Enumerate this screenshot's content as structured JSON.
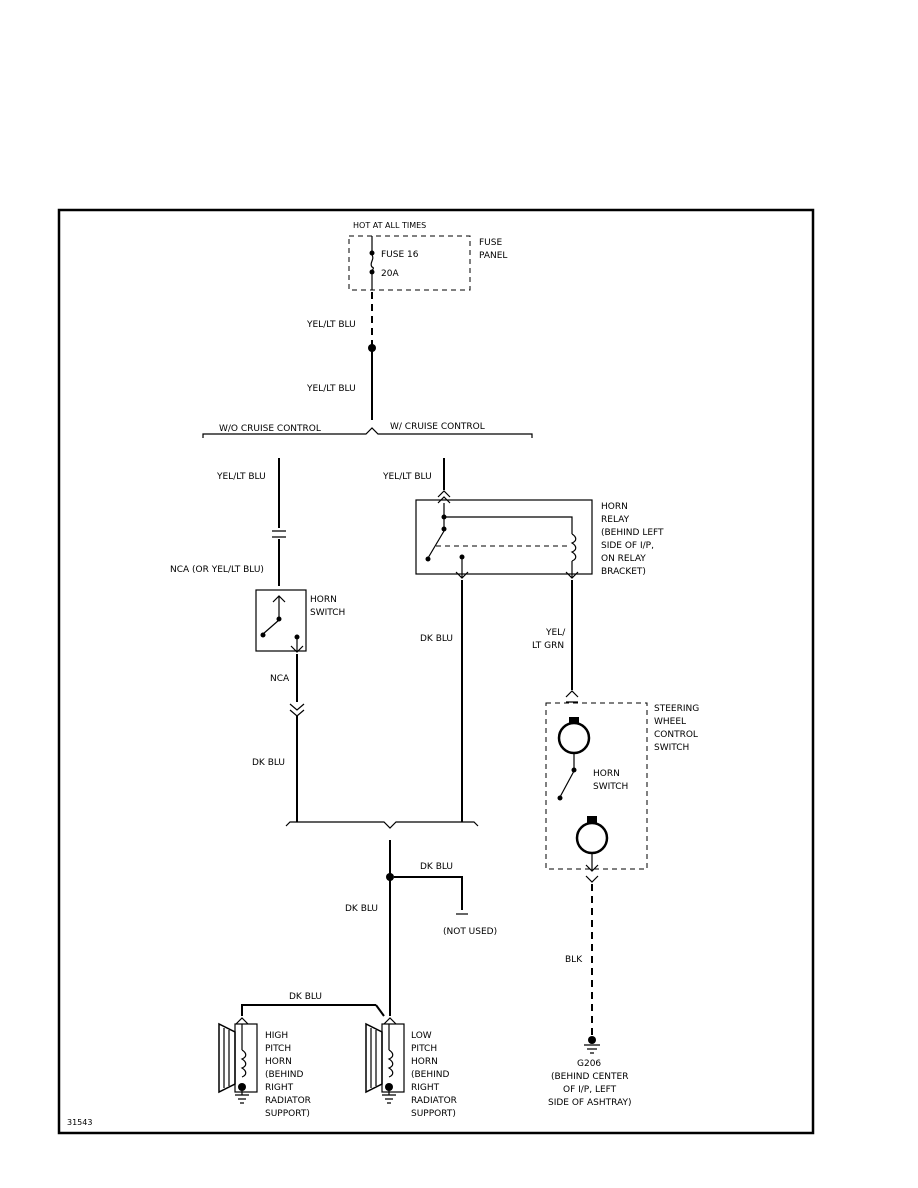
{
  "diagram_id": "31543",
  "labels": {
    "hot_at_all_times": "HOT AT ALL TIMES",
    "fuse_name": "FUSE 16",
    "fuse_rating": "20A",
    "fuse_panel_1": "FUSE",
    "fuse_panel_2": "PANEL",
    "wire_top_1": "YEL/LT BLU",
    "wire_top_2": "YEL/LT BLU",
    "wo_cruise": "W/O CRUISE CONTROL",
    "w_cruise": "W/ CRUISE CONTROL",
    "wire_left_branch": "YEL/LT BLU",
    "wire_right_branch": "YEL/LT BLU",
    "nca_or": "NCA (OR YEL/LT BLU)",
    "horn_switch_1": "HORN",
    "horn_switch_2": "SWITCH",
    "nca": "NCA",
    "dk_blu_left": "DK BLU",
    "dk_blu_relay": "DK BLU",
    "horn_relay": [
      "HORN",
      "RELAY",
      "(BEHIND LEFT",
      "SIDE OF I/P,",
      "ON RELAY",
      "BRACKET)"
    ],
    "yel_lt_grn_1": "YEL/",
    "yel_lt_grn_2": "LT GRN",
    "steering": [
      "STEERING",
      "WHEEL",
      "CONTROL",
      "SWITCH"
    ],
    "sw_horn_switch": [
      "HORN",
      "SWITCH"
    ],
    "dk_blu_not_used": "DK BLU",
    "not_used": "(NOT USED)",
    "dk_blu_main": "DK BLU",
    "dk_blu_horns": "DK BLU",
    "blk": "BLK",
    "high_horn": [
      "HIGH",
      "PITCH",
      "HORN",
      "(BEHIND",
      "RIGHT",
      "RADIATOR",
      "SUPPORT)"
    ],
    "low_horn": [
      "LOW",
      "PITCH",
      "HORN",
      "(BEHIND",
      "RIGHT",
      "RADIATOR",
      "SUPPORT)"
    ],
    "g206": [
      "G206",
      "(BEHIND CENTER",
      "OF I/P, LEFT",
      "SIDE OF ASHTRAY)"
    ]
  }
}
